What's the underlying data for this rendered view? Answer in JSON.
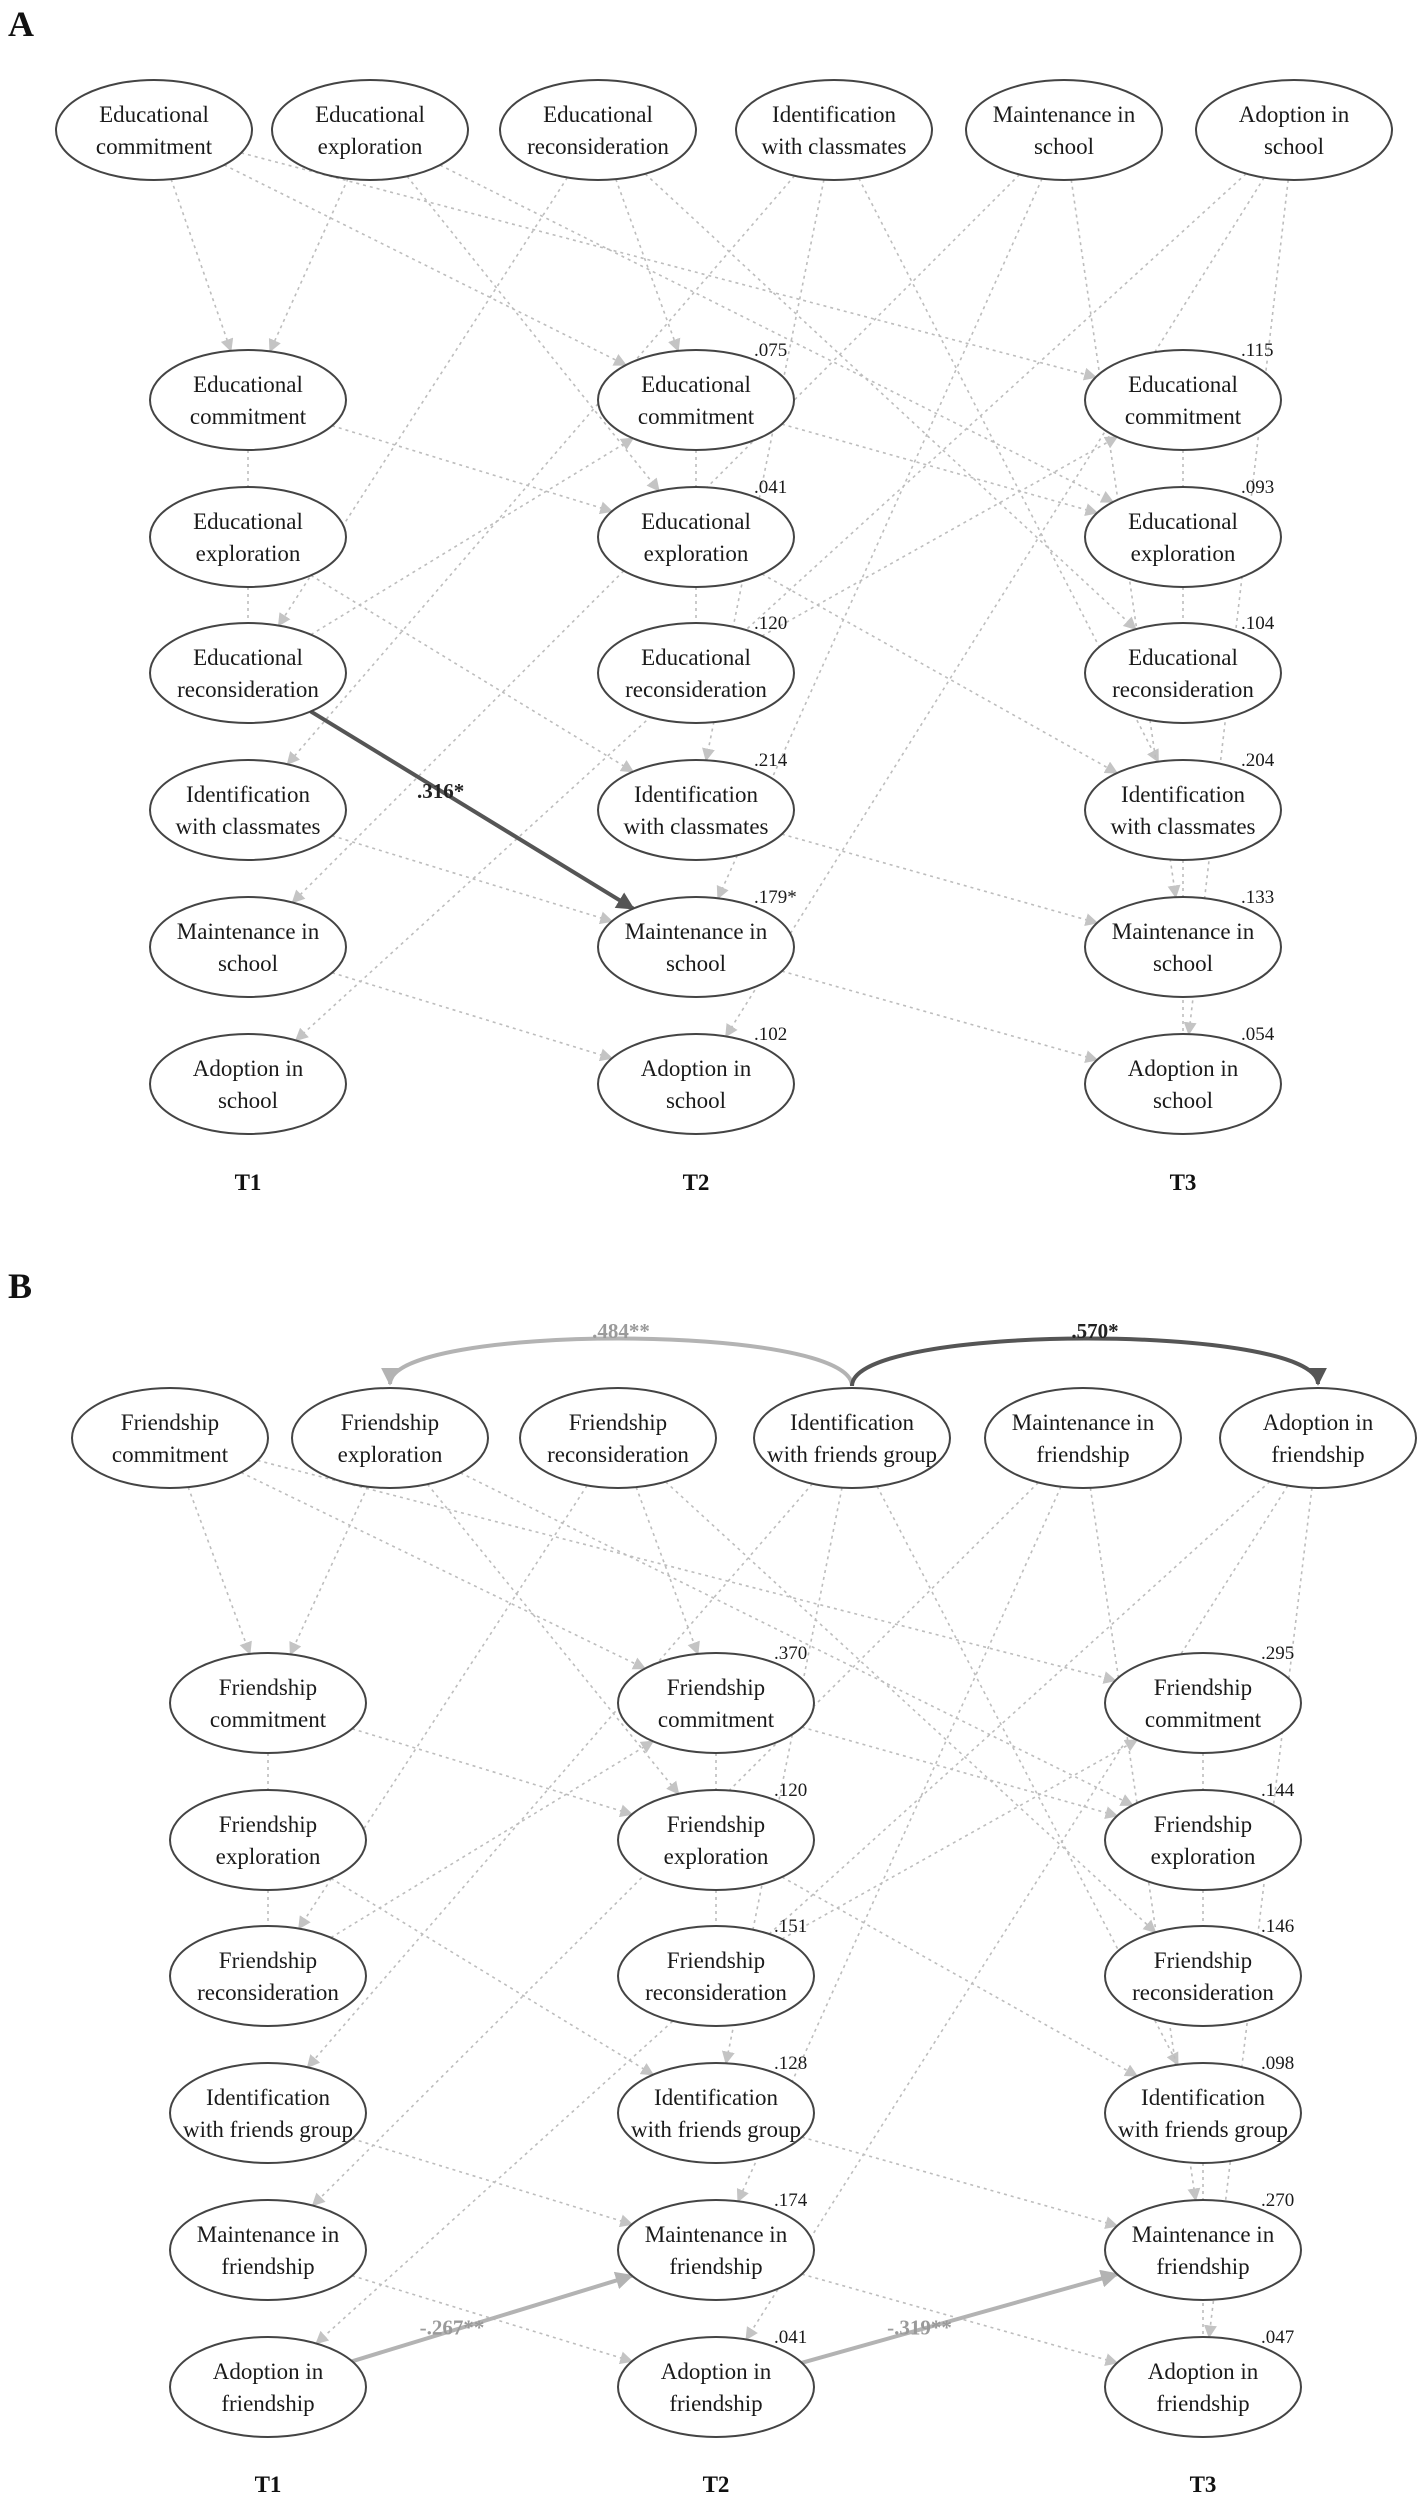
{
  "colors": {
    "dark_path": "#555555",
    "light_path": "#b3b3b3",
    "dotted_path": "#bdbdbd",
    "ellipse_stroke": "#444444"
  },
  "panelA": {
    "label": "A",
    "top_nodes": [
      [
        "Educational",
        "commitment"
      ],
      [
        "Educational",
        "exploration"
      ],
      [
        "Educational",
        "reconsideration"
      ],
      [
        "Identification",
        "with classmates"
      ],
      [
        "Maintenance in",
        "school"
      ],
      [
        "Adoption in",
        "school"
      ]
    ],
    "wave_nodes": [
      [
        "Educational",
        "commitment"
      ],
      [
        "Educational",
        "exploration"
      ],
      [
        "Educational",
        "reconsideration"
      ],
      [
        "Identification",
        "with classmates"
      ],
      [
        "Maintenance in",
        "school"
      ],
      [
        "Adoption in",
        "school"
      ]
    ],
    "times": [
      "T1",
      "T2",
      "T3"
    ],
    "r2_T2": [
      ".075",
      ".041",
      ".120",
      ".214",
      ".179*",
      ".102"
    ],
    "r2_T3": [
      ".115",
      ".093",
      ".104",
      ".204",
      ".133",
      ".054"
    ],
    "paths": [
      {
        "coef": ".316*",
        "from": "T1 Educational reconsideration",
        "to": "T2 Maintenance in school",
        "style": "dark"
      }
    ]
  },
  "panelB": {
    "label": "B",
    "top_nodes": [
      [
        "Friendship",
        "commitment"
      ],
      [
        "Friendship",
        "exploration"
      ],
      [
        "Friendship",
        "reconsideration"
      ],
      [
        "Identification",
        "with friends group"
      ],
      [
        "Maintenance in",
        "friendship"
      ],
      [
        "Adoption in",
        "friendship"
      ]
    ],
    "wave_nodes": [
      [
        "Friendship",
        "commitment"
      ],
      [
        "Friendship",
        "exploration"
      ],
      [
        "Friendship",
        "reconsideration"
      ],
      [
        "Identification",
        "with friends group"
      ],
      [
        "Maintenance in",
        "friendship"
      ],
      [
        "Adoption in",
        "friendship"
      ]
    ],
    "times": [
      "T1",
      "T2",
      "T3"
    ],
    "r2_T2": [
      ".370",
      ".120",
      ".151",
      ".128",
      ".174",
      ".041"
    ],
    "r2_T3": [
      ".295",
      ".144",
      ".146",
      ".098",
      ".270",
      ".047"
    ],
    "paths": [
      {
        "coef": ".484**",
        "from": "Identification with friends group",
        "to": "Friendship exploration",
        "style": "light"
      },
      {
        "coef": ".570*",
        "from": "Identification with friends group",
        "to": "Adoption in friendship",
        "style": "dark"
      },
      {
        "coef": "-.267**",
        "from": "T1 Adoption in friendship",
        "to": "T2 Maintenance in friendship",
        "style": "light"
      },
      {
        "coef": "-.319**",
        "from": "T2 Adoption in friendship",
        "to": "T3 Maintenance in friendship",
        "style": "light"
      }
    ]
  }
}
